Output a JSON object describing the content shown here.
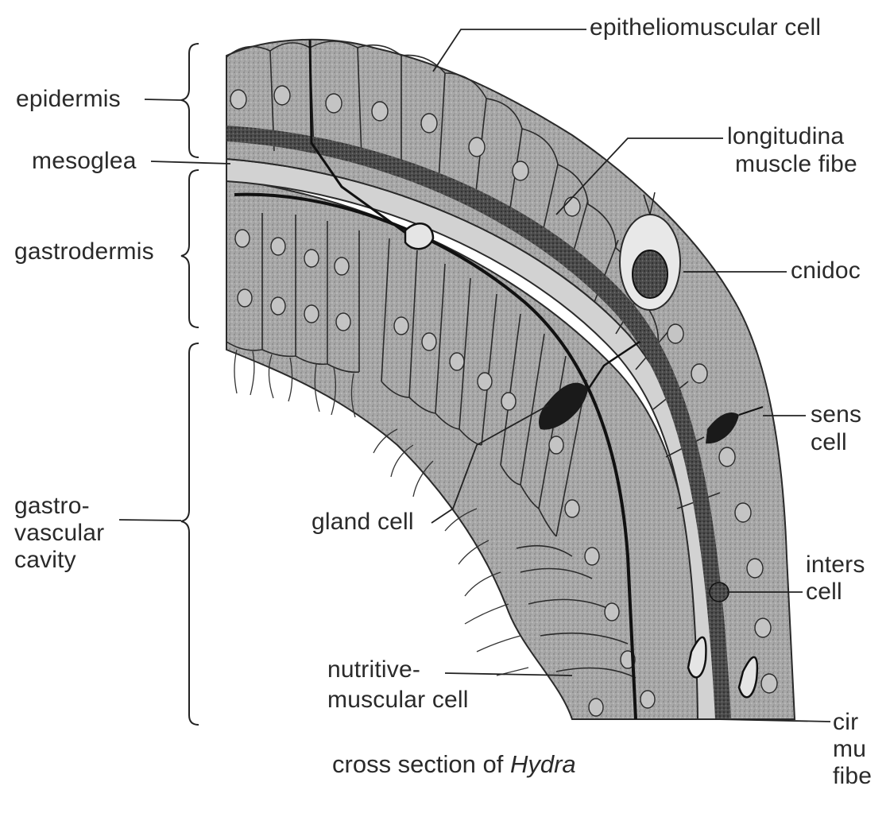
{
  "labels": {
    "epidermis": "epidermis",
    "mesoglea": "mesoglea",
    "gastrodermis": "gastrodermis",
    "gastro_line1": "gastro-",
    "gastro_line2": "vascular",
    "gastro_line3": "cavity",
    "epitheliomuscular": "epitheliomuscular cell",
    "longitudinal_line1": "longitudina",
    "longitudinal_line2": "muscle fibe",
    "cnidocyte": "cnidoc",
    "sensory_line1": "sens",
    "sensory_line2": "cell",
    "gland": "gland cell",
    "interstitial_line1": "inters",
    "interstitial_line2": "cell",
    "nutritive_line1": "nutritive-",
    "nutritive_line2": "muscular cell",
    "circular_line1": "cir",
    "circular_line2": "mu",
    "circular_line3": "fibe"
  },
  "caption": {
    "prefix": "cross section of ",
    "species": "Hydra"
  },
  "colors": {
    "ink": "#1e1e1e",
    "cell_fill": "#a9a9a9",
    "cell_fill_dark": "#8e8e8e",
    "mesoglea": "#d4d4d4",
    "cnidocyte_capsule": "#e9e9e9"
  }
}
